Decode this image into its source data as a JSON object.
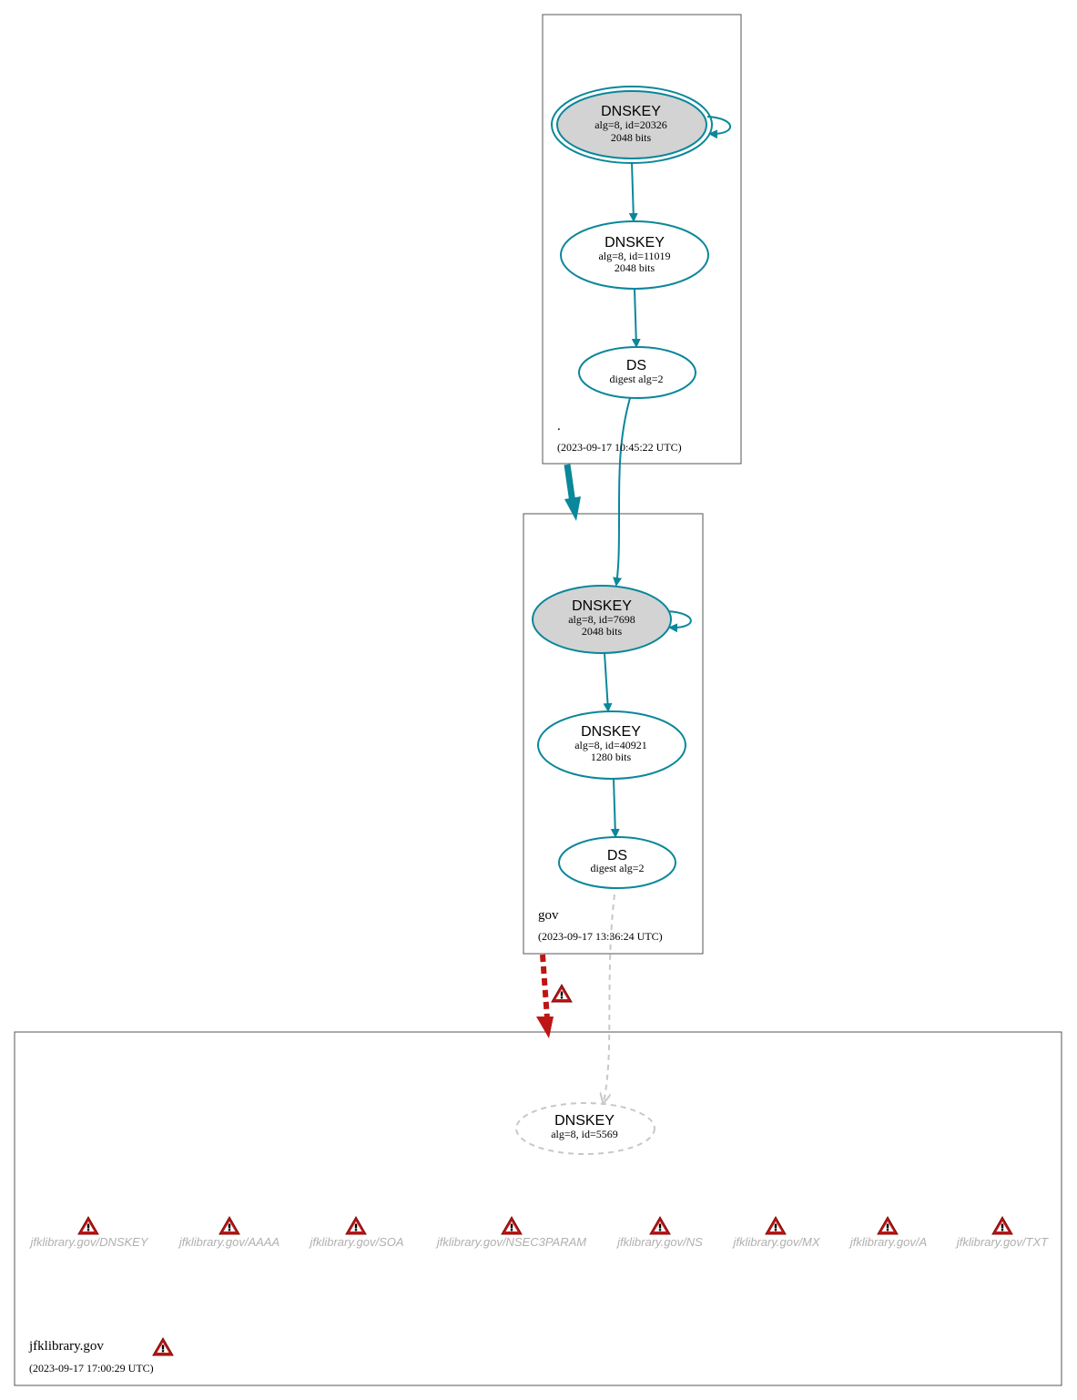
{
  "zones": {
    "root": {
      "name": ".",
      "timestamp": "(2023-09-17 10:45:22 UTC)",
      "nodes": {
        "ksk": {
          "title": "DNSKEY",
          "line1": "alg=8, id=20326",
          "line2": "2048 bits"
        },
        "zsk": {
          "title": "DNSKEY",
          "line1": "alg=8, id=11019",
          "line2": "2048 bits"
        },
        "ds": {
          "title": "DS",
          "line1": "digest alg=2"
        }
      }
    },
    "gov": {
      "name": "gov",
      "timestamp": "(2023-09-17 13:36:24 UTC)",
      "nodes": {
        "ksk": {
          "title": "DNSKEY",
          "line1": "alg=8, id=7698",
          "line2": "2048 bits"
        },
        "zsk": {
          "title": "DNSKEY",
          "line1": "alg=8, id=40921",
          "line2": "1280 bits"
        },
        "ds": {
          "title": "DS",
          "line1": "digest alg=2"
        }
      }
    },
    "jfk": {
      "name": "jfklibrary.gov",
      "timestamp": "(2023-09-17 17:00:29 UTC)",
      "nodes": {
        "missing_key": {
          "title": "DNSKEY",
          "line1": "alg=8, id=5569"
        }
      },
      "rrsets": [
        "jfklibrary.gov/DNSKEY",
        "jfklibrary.gov/AAAA",
        "jfklibrary.gov/SOA",
        "jfklibrary.gov/NSEC3PARAM",
        "jfklibrary.gov/NS",
        "jfklibrary.gov/MX",
        "jfklibrary.gov/A",
        "jfklibrary.gov/TXT"
      ]
    }
  },
  "colors": {
    "secure": "#0a879a",
    "bogus": "#be1515",
    "insecure_ghost": "#c8c8c8",
    "ksk_fill": "#d3d3d3",
    "warning": "#be1515"
  }
}
